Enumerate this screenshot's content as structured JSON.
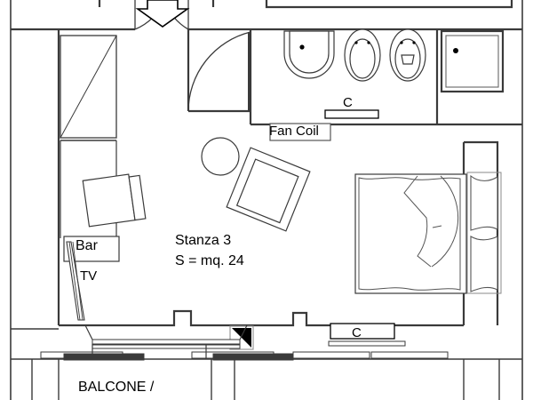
{
  "drawing": {
    "type": "architectural-floor-plan",
    "title_region": "hotel room floor plan",
    "colors": {
      "ink": "#000000",
      "wall": "#3a3a3a",
      "thin": "#555555",
      "paper": "#ffffff"
    }
  },
  "labels": {
    "room_name": "Stanza 3",
    "room_area": "S = mq. 24",
    "fan_coil": "Fan Coil",
    "bar": "Bar",
    "tv": "TV",
    "convector_bath": "C",
    "convector_bottom": "C",
    "balcony": "BALCONE /"
  },
  "fixtures": [
    {
      "name": "sink",
      "icon": "sink-icon"
    },
    {
      "name": "bidet",
      "icon": "bidet-icon"
    },
    {
      "name": "toilet",
      "icon": "toilet-icon"
    },
    {
      "name": "shower-tray",
      "icon": "shower-icon"
    },
    {
      "name": "double-bed",
      "icon": "bed-icon"
    },
    {
      "name": "pillow-upper",
      "icon": "pillow-icon"
    },
    {
      "name": "pillow-lower",
      "icon": "pillow-icon"
    },
    {
      "name": "armchair",
      "icon": "armchair-icon"
    },
    {
      "name": "round-table",
      "icon": "round-table-icon"
    },
    {
      "name": "desk-chair",
      "icon": "chair-icon"
    },
    {
      "name": "wardrobe",
      "icon": "wardrobe-icon"
    },
    {
      "name": "bar-cabinet",
      "icon": "cabinet-icon"
    },
    {
      "name": "entry-door",
      "icon": "door-swing-icon"
    },
    {
      "name": "bathroom-door",
      "icon": "door-swing-icon"
    },
    {
      "name": "balcony-sliding-window",
      "icon": "sliding-window-icon"
    },
    {
      "name": "entry-arrow",
      "icon": "arrow-down-icon"
    },
    {
      "name": "level-marker",
      "icon": "level-triangle-icon"
    }
  ]
}
